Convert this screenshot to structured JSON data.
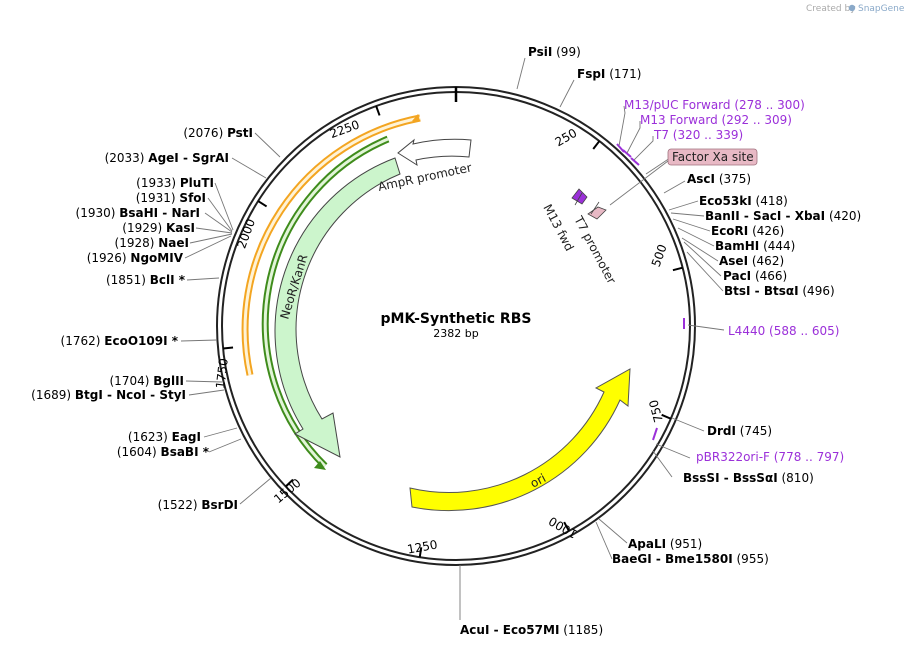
{
  "header": {
    "created_by": "Created by",
    "app": "SnapGene"
  },
  "plasmid": {
    "name": "pMK-Synthetic RBS",
    "size": "2382 bp",
    "total_bp": 2382
  },
  "ticks": [
    {
      "label": "250"
    },
    {
      "label": "500"
    },
    {
      "label": "750"
    },
    {
      "label": "1000"
    },
    {
      "label": "1250"
    },
    {
      "label": "1500"
    },
    {
      "label": "1750"
    },
    {
      "label": "2000"
    },
    {
      "label": "2250"
    }
  ],
  "sites": [
    {
      "parts": [
        "PsiI"
      ],
      "pos": "(99)"
    },
    {
      "parts": [
        "FspI"
      ],
      "pos": "(171)"
    },
    {
      "parts": [
        "AscI"
      ],
      "pos": "(375)"
    },
    {
      "parts": [
        "Eco53kI"
      ],
      "pos": "(418)"
    },
    {
      "parts": [
        "BanII",
        "SacI",
        "XbaI"
      ],
      "pos": "(420)"
    },
    {
      "parts": [
        "EcoRI"
      ],
      "pos": "(426)"
    },
    {
      "parts": [
        "BamHI"
      ],
      "pos": "(444)"
    },
    {
      "parts": [
        "AseI"
      ],
      "pos": "(462)"
    },
    {
      "parts": [
        "PacI"
      ],
      "pos": "(466)"
    },
    {
      "parts": [
        "BtsI",
        "BtsαI"
      ],
      "pos": "(496)"
    },
    {
      "parts": [
        "DrdI"
      ],
      "pos": "(745)"
    },
    {
      "parts": [
        "BssSI",
        "BssSαI"
      ],
      "pos": "(810)"
    },
    {
      "parts": [
        "ApaLI"
      ],
      "pos": "(951)"
    },
    {
      "parts": [
        "BaeGI",
        "Bme1580I"
      ],
      "pos": "(955)"
    },
    {
      "parts": [
        "AcuI",
        "Eco57MI"
      ],
      "pos": "(1185)"
    },
    {
      "parts": [
        "BsrDI"
      ],
      "pos": "(1522)"
    },
    {
      "parts": [
        "BsaBI *"
      ],
      "pos": "(1604)"
    },
    {
      "parts": [
        "EagI"
      ],
      "pos": "(1623)"
    },
    {
      "parts": [
        "BtgI",
        "NcoI",
        "StyI"
      ],
      "pos": "(1689)"
    },
    {
      "parts": [
        "BglII"
      ],
      "pos": "(1704)"
    },
    {
      "parts": [
        "EcoO109I *"
      ],
      "pos": "(1762)"
    },
    {
      "parts": [
        "BclI *"
      ],
      "pos": "(1851)"
    },
    {
      "parts": [
        "NgoMIV"
      ],
      "pos": "(1926)"
    },
    {
      "parts": [
        "NaeI"
      ],
      "pos": "(1928)"
    },
    {
      "parts": [
        "KasI"
      ],
      "pos": "(1929)"
    },
    {
      "parts": [
        "BsaHI",
        "NarI"
      ],
      "pos": "(1930)"
    },
    {
      "parts": [
        "SfoI"
      ],
      "pos": "(1931)"
    },
    {
      "parts": [
        "PluTI"
      ],
      "pos": "(1933)"
    },
    {
      "parts": [
        "AgeI",
        "SgrAI"
      ],
      "pos": "(2033)"
    },
    {
      "parts": [
        "PstI"
      ],
      "pos": "(2076)"
    }
  ],
  "primers": [
    {
      "name": "M13/pUC Forward",
      "range": "(278 .. 300)"
    },
    {
      "name": "M13 Forward",
      "range": "(292 .. 309)"
    },
    {
      "name": "T7",
      "range": "(320 .. 339)"
    },
    {
      "name": "L4440",
      "range": "(588 .. 605)"
    },
    {
      "name": "pBR322ori-F",
      "range": "(778 .. 797)"
    }
  ],
  "features": {
    "factor_xa": "Factor Xa site",
    "ampr_promoter": "AmpR promoter",
    "neor": "NeoR/KanR",
    "ori": "ori",
    "m13_fwd": "M13 fwd",
    "t7_promoter": "T7 promoter"
  },
  "colors": {
    "primer": "#9b30d9",
    "neor_fill": "#ccf5cc",
    "ori_fill": "#ffff00",
    "orange_band": "#f3a521",
    "green_band": "#3f8c1c",
    "factor_xa_fill": "#e8b9c5"
  }
}
